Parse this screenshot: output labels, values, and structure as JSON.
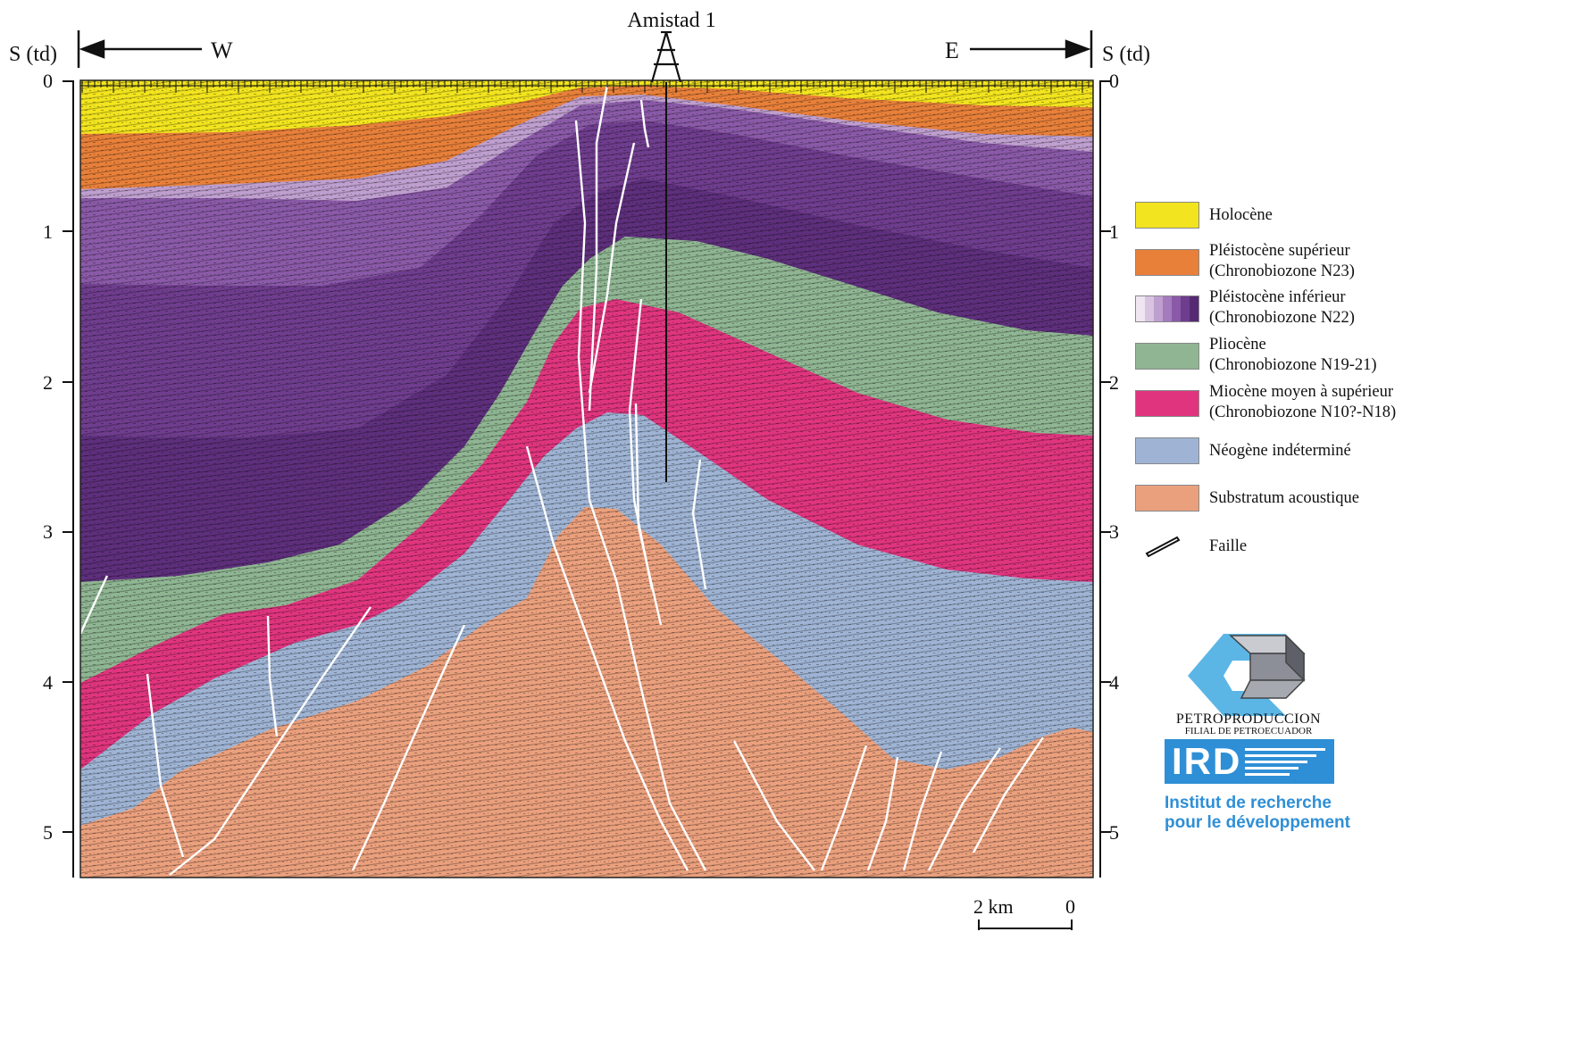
{
  "well": {
    "label": "Amistad 1"
  },
  "directions": {
    "west": "W",
    "east": "E"
  },
  "axis": {
    "left_title": "S (td)",
    "right_title": "S (td)",
    "ticks": [
      "0",
      "1",
      "2",
      "3",
      "4",
      "5"
    ]
  },
  "legend": {
    "items": [
      {
        "id": "holocene",
        "lines": [
          "Holocène"
        ],
        "color": "#f2e41e"
      },
      {
        "id": "pleist-sup",
        "lines": [
          "Pléistocène supérieur",
          "(Chronobiozone N23)"
        ],
        "color": "#e8803a"
      },
      {
        "id": "pleist-inf",
        "lines": [
          "Pléistocène inférieur",
          "(Chronobiozone N22)"
        ],
        "colors": [
          "#efe6f2",
          "#d8c4e0",
          "#bf9fcf",
          "#a47bbd",
          "#8a5aa8",
          "#6f3d8e",
          "#552a73"
        ]
      },
      {
        "id": "pliocene",
        "lines": [
          "Pliocène",
          "(Chronobiozone N19-21)"
        ],
        "color": "#8fb592"
      },
      {
        "id": "miocene",
        "lines": [
          "Miocène moyen à supérieur",
          "(Chronobiozone N10?-N18)"
        ],
        "color": "#e0357e"
      },
      {
        "id": "neogene",
        "lines": [
          "Néogène indéterminé"
        ],
        "color": "#9fb4d4"
      },
      {
        "id": "substratum",
        "lines": [
          "Substratum acoustique"
        ],
        "color": "#eba07d"
      },
      {
        "id": "faille",
        "lines": [
          "Faille"
        ]
      }
    ]
  },
  "scale": {
    "left": "2 km",
    "right": "0"
  },
  "logos": {
    "petro_line1": "PETROPRODUCCION",
    "petro_line2": "FILIAL DE PETROECUADOR",
    "ird": "IRD",
    "ird_sub1": "Institut de recherche",
    "ird_sub2": "pour le développement"
  },
  "colors": {
    "holocene": "#f2e41e",
    "pleist_sup": "#e8803a",
    "pleist_inf_dark": "#5e2f7c",
    "pliocene": "#8fb592",
    "miocene": "#e0357e",
    "neogene": "#9fb4d4",
    "substratum": "#eba07d",
    "ird_blue": "#2f8fd6",
    "petro_blue": "#5bb6e6"
  }
}
